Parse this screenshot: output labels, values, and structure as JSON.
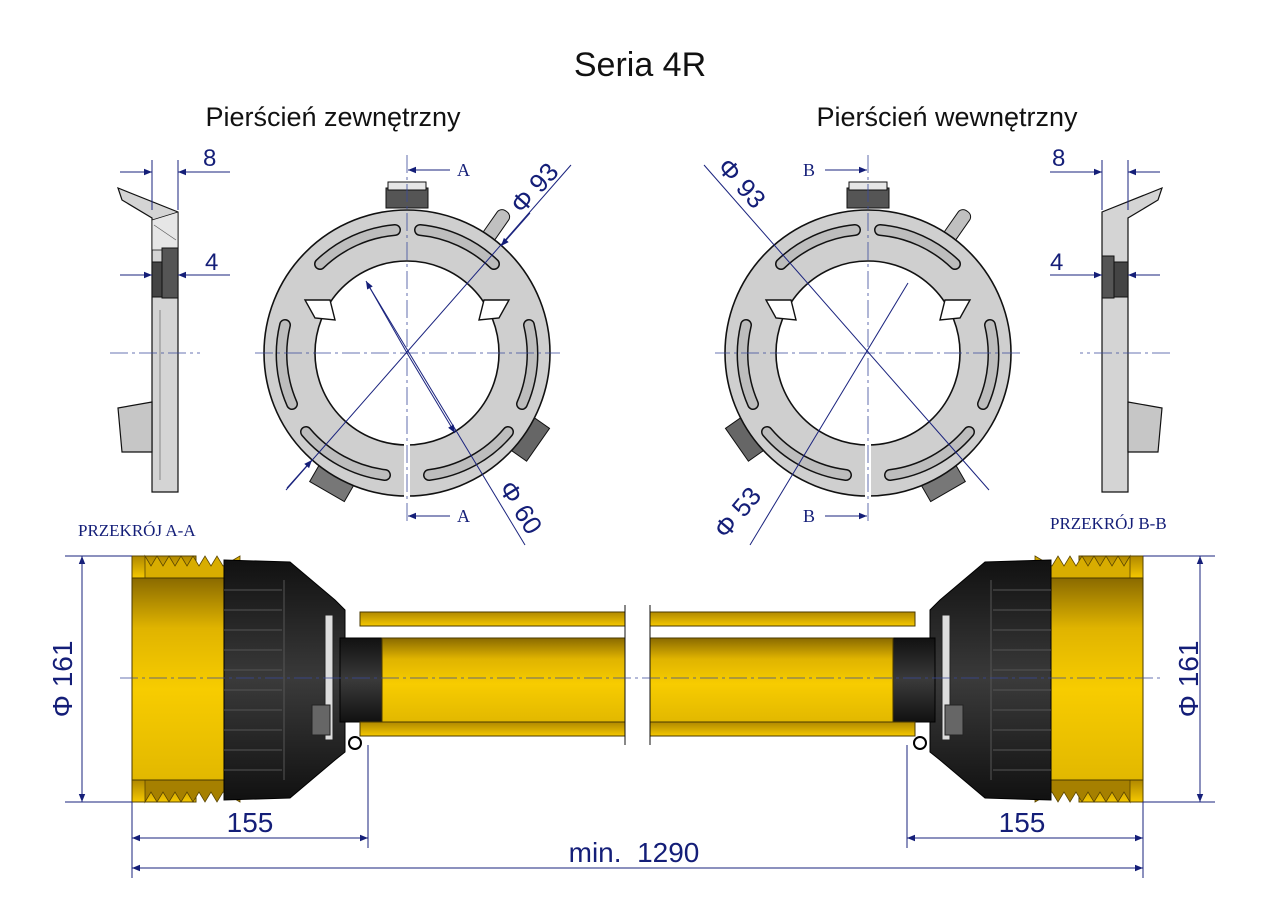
{
  "title": "Seria 4R",
  "outer_ring": {
    "heading": "Pierścień zewnętrzny",
    "dim_width": "8",
    "dim_step": "4",
    "dim_outer": "Φ 93",
    "dim_inner": "Φ 60",
    "section_mark": "A"
  },
  "inner_ring": {
    "heading": "Pierścień wewnętrzny",
    "dim_width": "8",
    "dim_step": "4",
    "dim_outer": "Φ 93",
    "dim_inner": "Φ 53",
    "section_mark": "B"
  },
  "shaft": {
    "section_left": "PRZEKRÓJ A-A",
    "section_right": "PRZEKRÓJ B-B",
    "dim_diameter_left": "Φ 161",
    "dim_diameter_right": "Φ 161",
    "dim_guard_left": "155",
    "dim_guard_right": "155",
    "dim_total": "min.  1290"
  },
  "colors": {
    "dimension": "#141e78",
    "guard_yellow": "#f2c200",
    "guard_black": "#1c1c1c",
    "ring_gray": "#cfcfcf"
  }
}
